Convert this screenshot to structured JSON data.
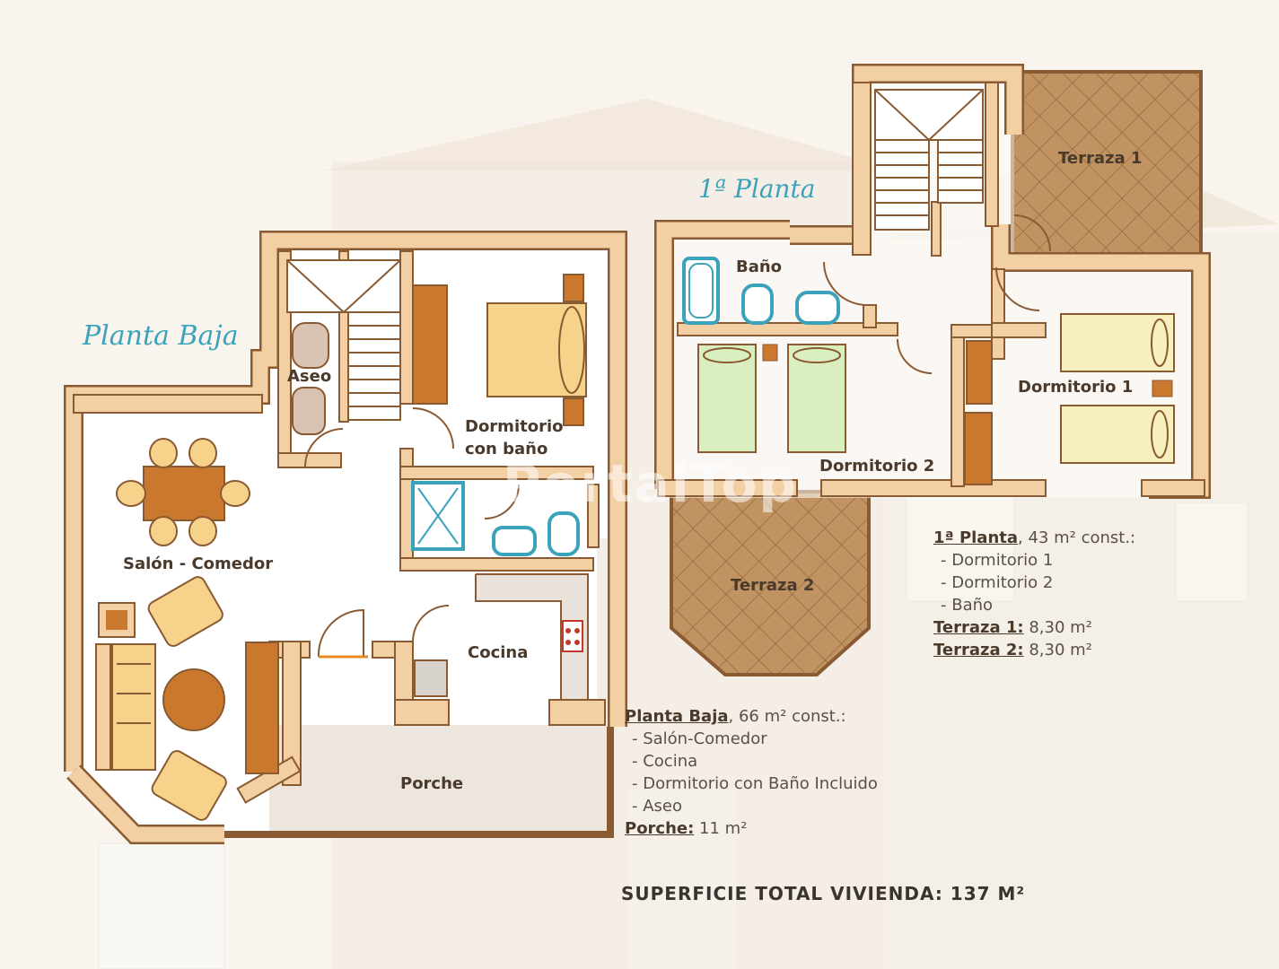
{
  "titles": {
    "ground": "Planta Baja",
    "first": "1ª Planta"
  },
  "rooms": {
    "aseo": "Aseo",
    "dormitorio_bano_1": "Dormitorio",
    "dormitorio_bano_2": "con baño",
    "salon": "Salón - Comedor",
    "cocina": "Cocina",
    "porche": "Porche",
    "bano": "Baño",
    "dormitorio1": "Dormitorio 1",
    "dormitorio2": "Dormitorio 2",
    "terraza1": "Terraza 1",
    "terraza2": "Terraza 2"
  },
  "first_floor_info": {
    "head": "1ª Planta",
    "area": ", 43 m² const.:",
    "items": [
      "- Dormitorio 1",
      "- Dormitorio 2",
      "- Baño"
    ],
    "t1_head": "Terraza 1:",
    "t1_val": " 8,30 m²",
    "t2_head": "Terraza 2:",
    "t2_val": " 8,30 m²"
  },
  "ground_floor_info": {
    "head": "Planta Baja",
    "area": ", 66 m² const.:",
    "items": [
      "- Salón-Comedor",
      "- Cocina",
      "- Dormitorio con Baño Incluido",
      "- Aseo"
    ],
    "porche_head": "Porche:",
    "porche_val": " 11 m²"
  },
  "total": "SUPERFICIE TOTAL VIVIENDA: 137 M²",
  "watermark": "PortalTop",
  "colors": {
    "wall": "#f3cfa4",
    "wall_edge": "#8a5a32",
    "bed": "#f7d28a",
    "blue": "#3aa3bb",
    "wood": "#c9782e",
    "terrace": "#b4844f"
  }
}
